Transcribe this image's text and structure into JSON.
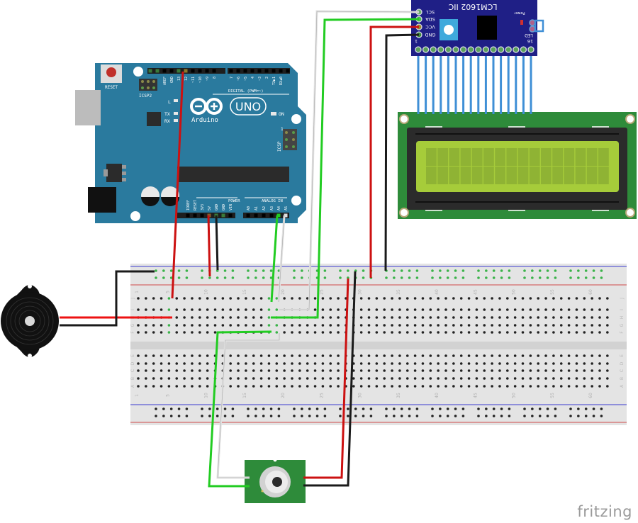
{
  "diagram": {
    "title": "Arduino UNO + LCM1602 IIC LCD + IR temperature sensor + buzzer (breadboard view)",
    "watermark": "fritzing",
    "colors": {
      "arduino_board": "#2a7a9e",
      "arduino_header": "#1e1e1e",
      "lcd_pcb": "#2e8b3a",
      "lcd_screen": "#a6cc3a",
      "lcd_bezel": "#2b2b2b",
      "i2c_backpack": "#1f1f86",
      "i2c_pins": "#3f8fd6",
      "breadboard": "#e6e6e6",
      "rail_blue": "#3333cc",
      "rail_red": "#cc3333",
      "sensor_pcb": "#2e8b3a",
      "wire_red": "#cc1111",
      "wire_black": "#1a1a1a",
      "wire_green": "#22cc22",
      "wire_white": "#e6e6e6",
      "active_hole": "#3bb34a"
    },
    "arduino": {
      "brand": "Arduino",
      "model": "UNO",
      "labels": {
        "reset": "RESET",
        "icsp2": "ICSP2",
        "icsp": "ICSP",
        "digital": "DIGITAL (PWM=~)",
        "power": "POWER",
        "analog_in": "ANALOG IN",
        "led_l": "L",
        "led_tx": "TX",
        "led_rx": "RX",
        "led_on": "ON",
        "icsp_pin1": "1"
      },
      "digital_pins": [
        "AREF",
        "GND",
        "13",
        "12",
        "~11",
        "~10",
        "~9",
        "8",
        "7",
        "~6",
        "~5",
        "4",
        "~3",
        "2",
        "TX▶1",
        "RX◀0"
      ],
      "power_pins": [
        "IOREF",
        "RESET",
        "3V3",
        "5V",
        "GND",
        "GND",
        "VIN"
      ],
      "analog_pins": [
        "A0",
        "A1",
        "A2",
        "A3",
        "A4",
        "A5"
      ]
    },
    "lcd": {
      "backpack_label": "LCM1602 IIC",
      "pins": [
        "SCL",
        "SDA",
        "VCC",
        "GND"
      ],
      "pin_first": "1",
      "pin_last": "16",
      "led_label": "LED",
      "power_label": "Power",
      "rows": 2,
      "cols": 16
    },
    "breadboard": {
      "column_numbers": [
        "1",
        "5",
        "10",
        "15",
        "20",
        "25",
        "30",
        "35",
        "40",
        "45",
        "50",
        "55",
        "60"
      ],
      "row_letters_top": [
        "J",
        "I",
        "H",
        "G",
        "F"
      ],
      "row_letters_bottom": [
        "E",
        "D",
        "C",
        "B",
        "A"
      ]
    },
    "components": {
      "buzzer": "Piezo buzzer",
      "sensor": "IR temperature sensor module"
    },
    "connections": [
      {
        "from": "Arduino D13",
        "to": "Breadboard column 5 (row J)",
        "color": "red"
      },
      {
        "from": "Arduino 5V",
        "to": "Breadboard top power rail",
        "color": "red"
      },
      {
        "from": "Arduino GND",
        "to": "Breadboard top ground rail",
        "color": "black"
      },
      {
        "from": "Arduino A4",
        "to": "Breadboard column 18 (row J)",
        "color": "green"
      },
      {
        "from": "Arduino A5",
        "to": "Breadboard column 19 (row J)",
        "color": "white"
      },
      {
        "from": "LCD SCL",
        "to": "Breadboard column 19 (row I)",
        "color": "white"
      },
      {
        "from": "LCD SDA",
        "to": "Breadboard column 18 (row H)",
        "color": "green"
      },
      {
        "from": "LCD VCC",
        "to": "Breadboard top power rail",
        "color": "red"
      },
      {
        "from": "LCD GND",
        "to": "Breadboard top ground rail",
        "color": "black"
      },
      {
        "from": "Buzzer +",
        "to": "Breadboard column 5 (row H)",
        "color": "red"
      },
      {
        "from": "Buzzer -",
        "to": "Breadboard top ground rail",
        "color": "black"
      },
      {
        "from": "Sensor SDA",
        "to": "Breadboard column 18 (row F)",
        "color": "green"
      },
      {
        "from": "Sensor SCL",
        "to": "Breadboard column 19 (row F)",
        "color": "white"
      },
      {
        "from": "Sensor VCC",
        "to": "Breadboard top power rail",
        "color": "red"
      },
      {
        "from": "Sensor GND",
        "to": "Breadboard top ground rail",
        "color": "black"
      }
    ]
  }
}
